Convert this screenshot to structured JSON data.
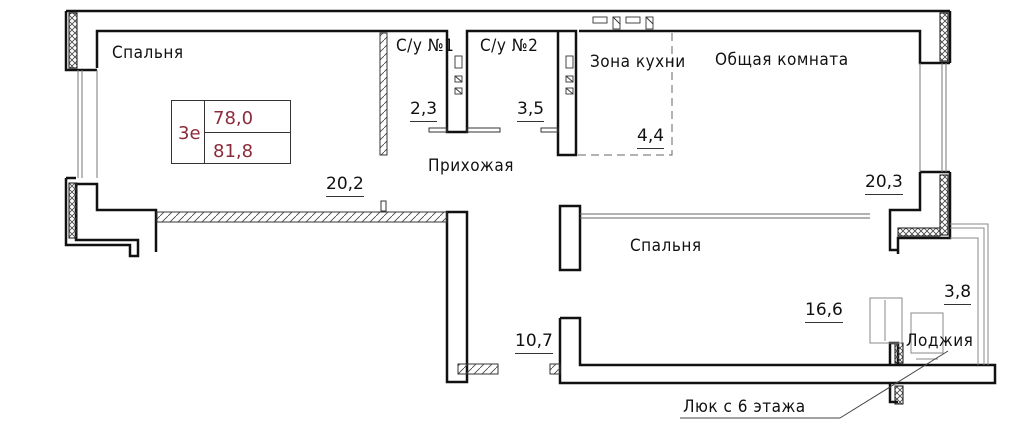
{
  "plan": {
    "apartment_type": "3е",
    "living_area": "78,0",
    "total_area": "81,8",
    "colors": {
      "walls": "#111111",
      "stamp_text": "#8b2a3a",
      "hatch": "#555555"
    },
    "rooms": [
      {
        "name": "Спальня",
        "area": "20,2"
      },
      {
        "name": "С/у №1",
        "area": "2,3"
      },
      {
        "name": "С/у №2",
        "area": "3,5"
      },
      {
        "name": "Зона кухни",
        "area": "4,4"
      },
      {
        "name": "Общая комната",
        "area": "20,3"
      },
      {
        "name": "Прихожая",
        "area": "10,7"
      },
      {
        "name": "Спальня",
        "area": "16,6"
      },
      {
        "name": "Лоджия",
        "area": "3,8"
      }
    ],
    "annotation": "Люк с 6 этажа"
  }
}
